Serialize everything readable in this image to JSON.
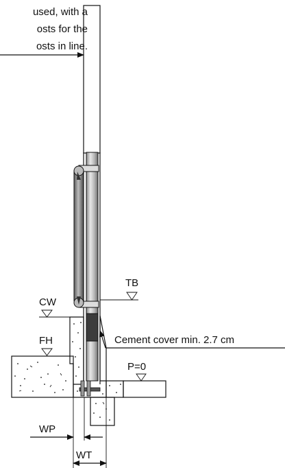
{
  "note_lines": [
    "used, with a",
    "osts for the",
    "osts in line."
  ],
  "labels": {
    "tb": "TB",
    "cw": "CW",
    "fh": "FH",
    "p": "P=0",
    "wp": "WP",
    "wt": "WT",
    "cement": "Cement cover min. 2.7 cm"
  }
}
